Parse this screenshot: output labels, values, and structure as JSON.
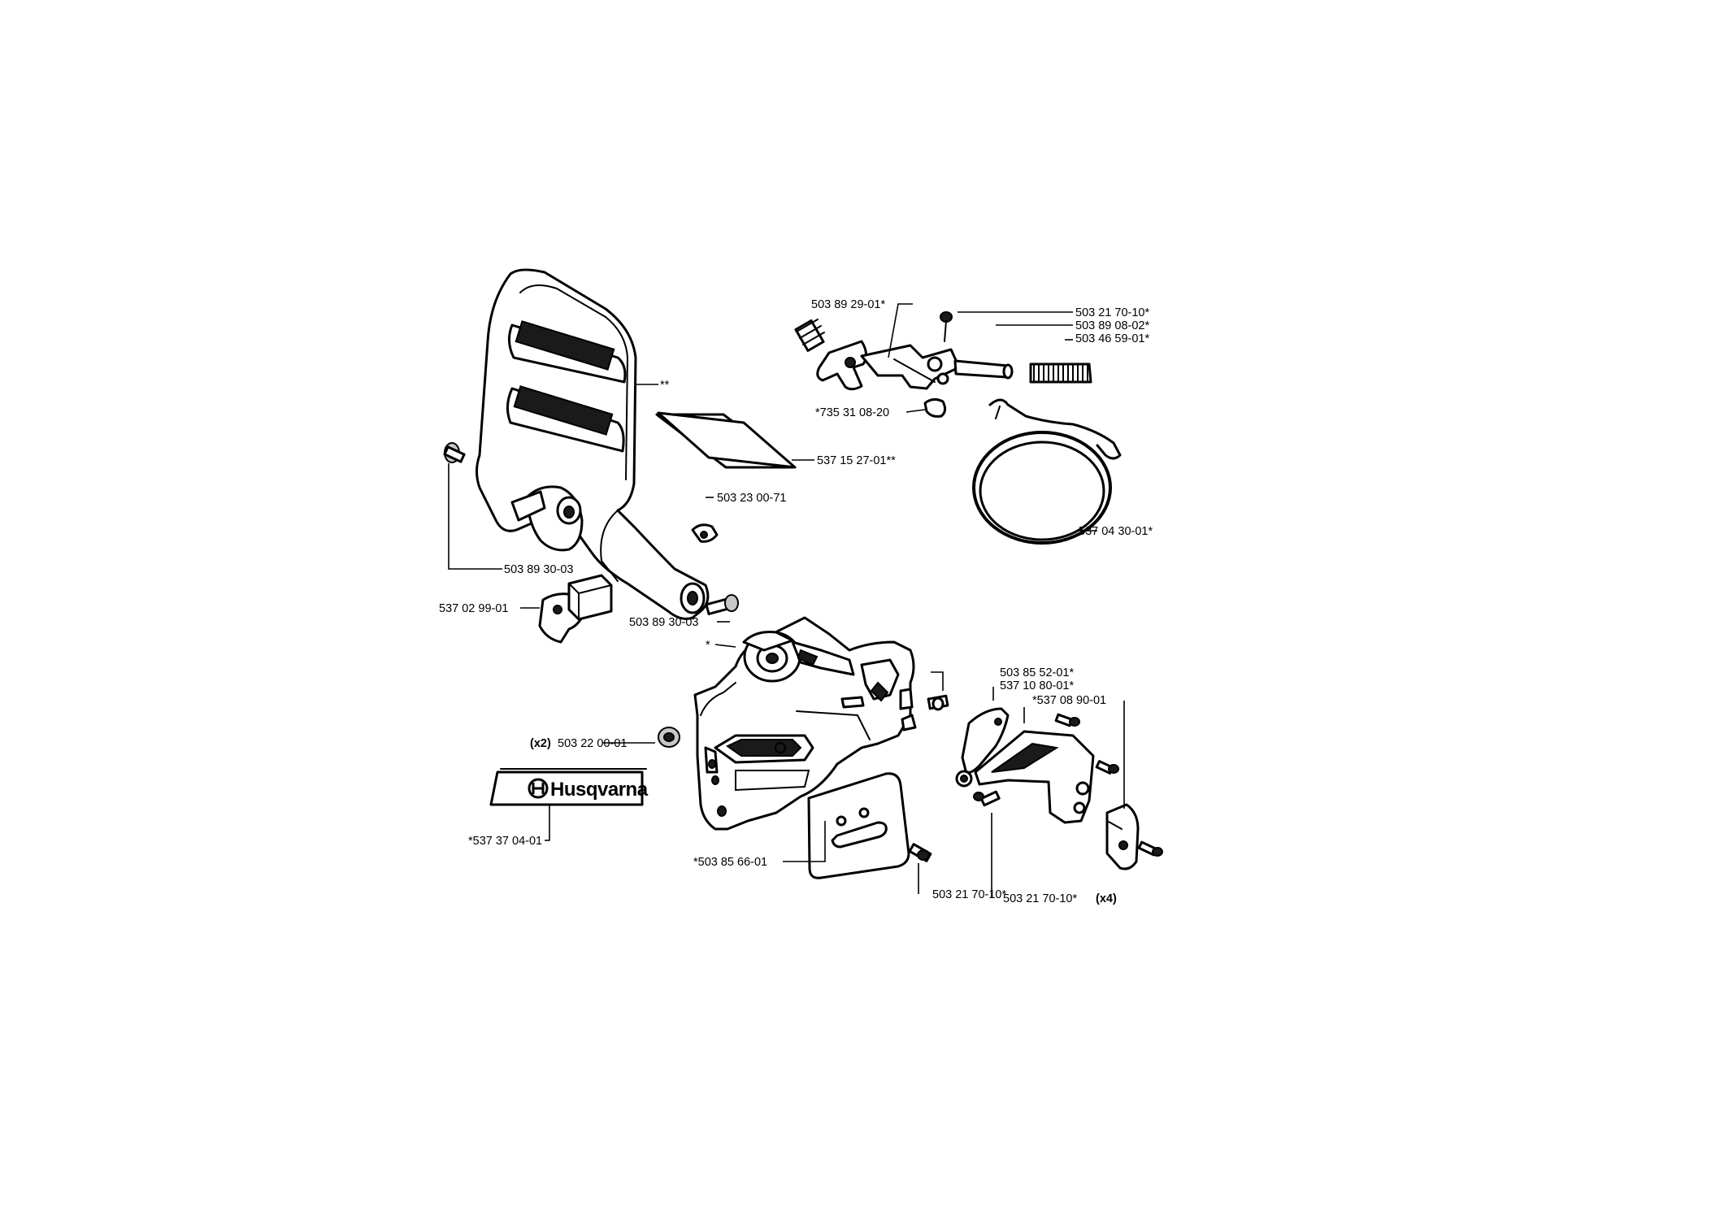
{
  "callouts": {
    "p_503_89_29_01": "503 89 29-01*",
    "p_503_21_70_10_top": "503 21 70-10*",
    "p_503_89_08_02": "503 89 08-02*",
    "p_503_46_59_01": "503 46 59-01*",
    "p_735_31_08_20": "*735 31 08-20",
    "p_double_star": "**",
    "p_537_15_27_01": "537 15 27-01**",
    "p_503_23_00_71": "503 23 00-71",
    "p_537_04_30_01": "537 04 30-01*",
    "p_503_89_30_03_left": "503 89 30-03",
    "p_537_02_99_01": "537 02 99-01",
    "p_503_89_30_03_mid": "503 89 30-03",
    "p_single_star": "*",
    "p_503_85_52_01": "503 85 52-01*",
    "p_537_10_80_01": "537 10 80-01*",
    "p_537_08_90_01": "*537 08 90-01",
    "p_503_22_00_01_qty": "(x2)",
    "p_503_22_00_01": "503 22 00-01",
    "p_537_37_04_01": "*537 37 04-01",
    "p_503_85_66_01": "*503 85 66-01",
    "p_503_21_70_10_bottom": "503 21 70-10*",
    "p_503_21_70_10_right": "503 21 70-10*",
    "p_503_21_70_10_right_qty": "(x4)"
  },
  "decal": {
    "brand_text": "Husqvarna"
  }
}
